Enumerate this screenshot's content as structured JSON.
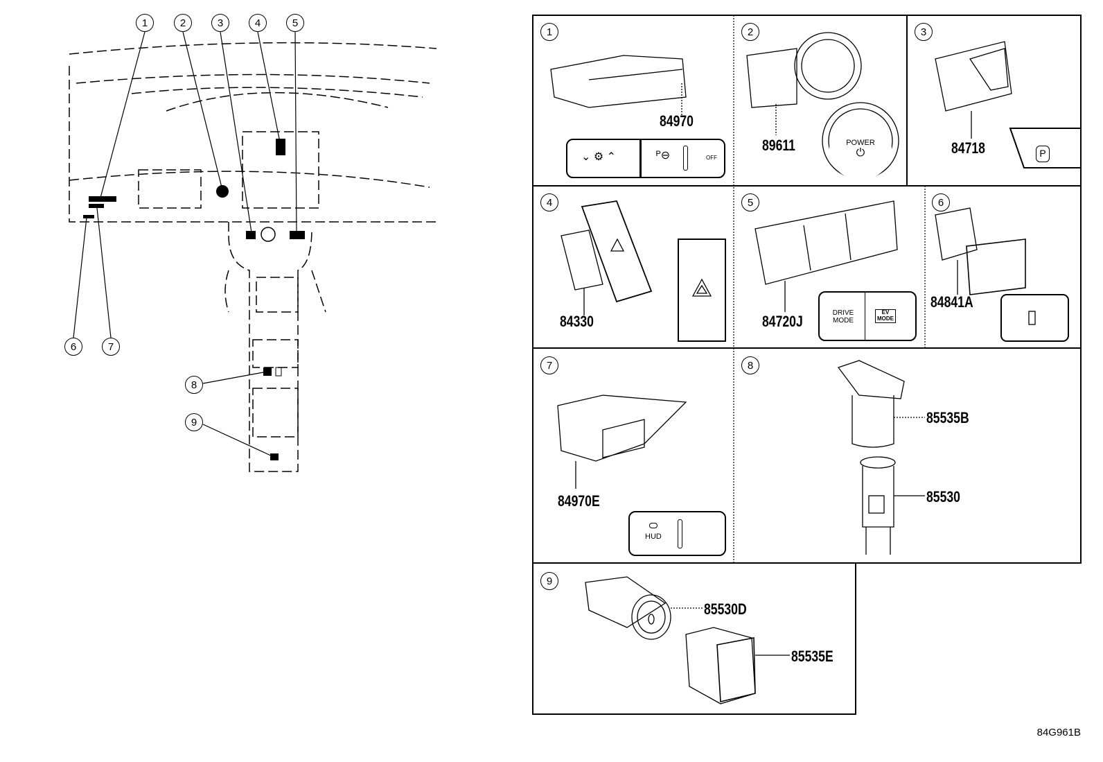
{
  "figure_code": "84G961B",
  "overview": {
    "callouts": [
      "1",
      "2",
      "3",
      "4",
      "5",
      "6",
      "7",
      "8",
      "9"
    ]
  },
  "panels": [
    {
      "index": "1",
      "parts": [
        "84970"
      ],
      "face_labels": [
        "OFF"
      ]
    },
    {
      "index": "2",
      "parts": [
        "89611"
      ],
      "face_labels": [
        "POWER"
      ]
    },
    {
      "index": "3",
      "parts": [
        "84718"
      ],
      "face_labels": [
        "P"
      ]
    },
    {
      "index": "4",
      "parts": [
        "84330"
      ],
      "face_labels": []
    },
    {
      "index": "5",
      "parts": [
        "84720J"
      ],
      "face_labels": [
        "DRIVE MODE",
        "EV MODE"
      ]
    },
    {
      "index": "6",
      "parts": [
        "84841A"
      ],
      "face_labels": []
    },
    {
      "index": "7",
      "parts": [
        "84970E"
      ],
      "face_labels": [
        "HUD"
      ]
    },
    {
      "index": "8",
      "parts": [
        "85535B",
        "85530"
      ],
      "face_labels": []
    },
    {
      "index": "9",
      "parts": [
        "85530D",
        "85535E"
      ],
      "face_labels": []
    }
  ]
}
